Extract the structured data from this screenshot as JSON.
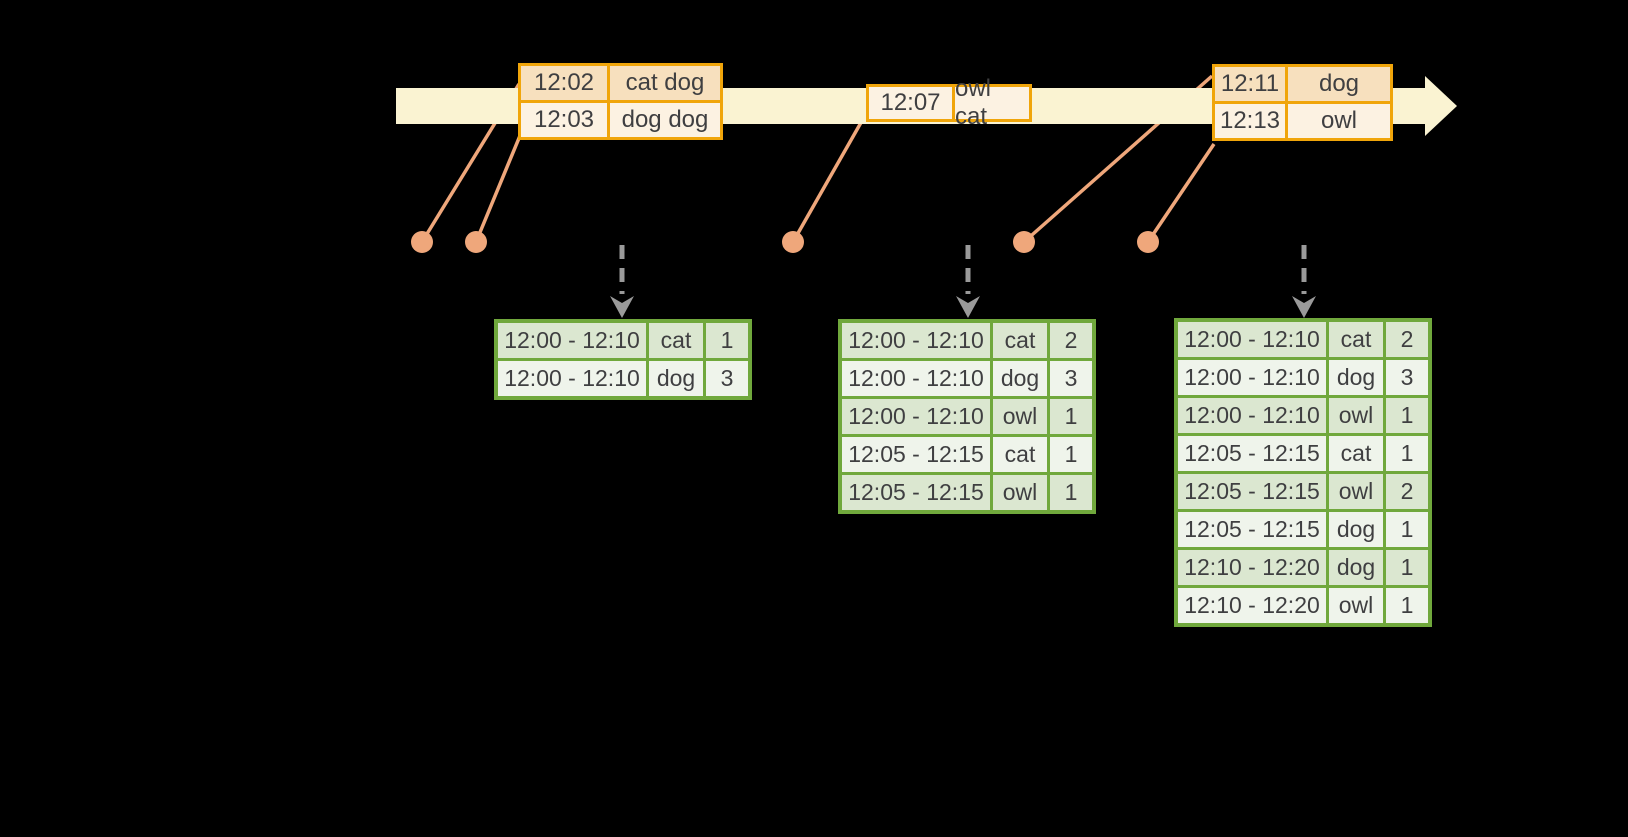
{
  "colors": {
    "background": "#000000",
    "band": "#FAF3D2",
    "event_border": "#F0A50A",
    "event_row_dark": "#F7E0BE",
    "event_row_light": "#FCF2E2",
    "connector": "#EFA77B",
    "trigger_arrow": "#9A9A9A",
    "table_border": "#70A83C",
    "table_row_dark": "#DBE7D0",
    "table_row_light": "#EFF4EB",
    "text": "#3F3F41"
  },
  "timeline": {
    "direction": "left-to-right"
  },
  "event_boxes": [
    {
      "rows": [
        {
          "time": "12:02",
          "words": "cat dog"
        },
        {
          "time": "12:03",
          "words": "dog dog"
        }
      ]
    },
    {
      "rows": [
        {
          "time": "12:07",
          "words": "owl cat"
        }
      ]
    },
    {
      "rows": [
        {
          "time": "12:11",
          "words": "dog"
        },
        {
          "time": "12:13",
          "words": "owl"
        }
      ]
    }
  ],
  "result_tables": [
    {
      "rows": [
        {
          "window": "12:00 - 12:10",
          "animal": "cat",
          "count": "1"
        },
        {
          "window": "12:00 - 12:10",
          "animal": "dog",
          "count": "3"
        }
      ]
    },
    {
      "rows": [
        {
          "window": "12:00 - 12:10",
          "animal": "cat",
          "count": "2"
        },
        {
          "window": "12:00 - 12:10",
          "animal": "dog",
          "count": "3"
        },
        {
          "window": "12:00 - 12:10",
          "animal": "owl",
          "count": "1"
        },
        {
          "window": "12:05 - 12:15",
          "animal": "cat",
          "count": "1"
        },
        {
          "window": "12:05 - 12:15",
          "animal": "owl",
          "count": "1"
        }
      ]
    },
    {
      "rows": [
        {
          "window": "12:00 - 12:10",
          "animal": "cat",
          "count": "2"
        },
        {
          "window": "12:00 - 12:10",
          "animal": "dog",
          "count": "3"
        },
        {
          "window": "12:00 - 12:10",
          "animal": "owl",
          "count": "1"
        },
        {
          "window": "12:05 - 12:15",
          "animal": "cat",
          "count": "1"
        },
        {
          "window": "12:05 - 12:15",
          "animal": "owl",
          "count": "2"
        },
        {
          "window": "12:05 - 12:15",
          "animal": "dog",
          "count": "1"
        },
        {
          "window": "12:10 - 12:20",
          "animal": "dog",
          "count": "1"
        },
        {
          "window": "12:10 - 12:20",
          "animal": "owl",
          "count": "1"
        }
      ]
    }
  ]
}
